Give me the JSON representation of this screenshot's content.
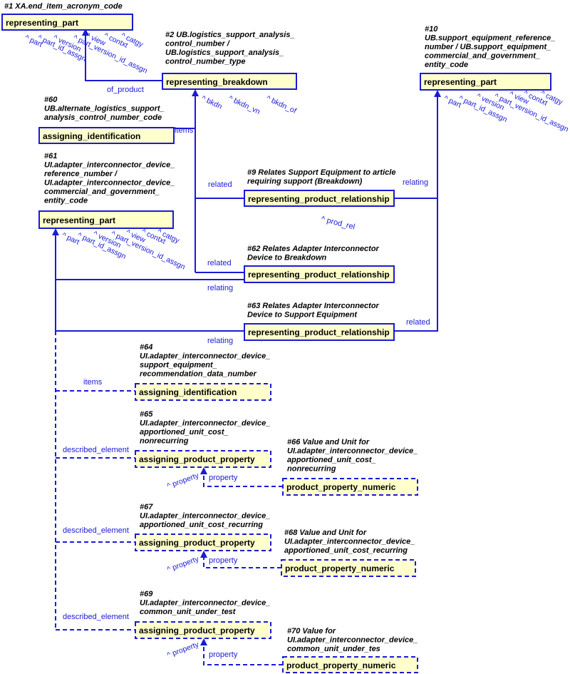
{
  "notes": {
    "n1": [
      "#1 XA.end_item_acronym_code"
    ],
    "n2": [
      "#2 UB.logistics_support_analysis_",
      "control_number /",
      "UB.logistics_support_analysis_",
      "control_number_type"
    ],
    "n10": [
      "#10",
      "UB.support_equipment_reference_",
      "number / UB.support_equipment_",
      "commercial_and_government_",
      "entity_code"
    ],
    "n60": [
      "#60",
      "UB.alternate_logistics_support_",
      "analysis_control_number_code"
    ],
    "n61": [
      "#61",
      "UI.adapter_interconnector_device_",
      "reference_number /",
      "UI.adapter_interconnector_device_",
      "commercial_and_government_",
      "entity_code"
    ],
    "n9": [
      "#9 Relates Support Equipment to article",
      "requiring support (Breakdown)"
    ],
    "n62": [
      "#62 Relates Adapter Interconnector",
      "Device to Breakdown"
    ],
    "n63": [
      "#63 Relates Adapter Interconnector",
      "Device to Support Equipment"
    ],
    "n64": [
      "#64",
      "UI.adapter_interconnector_device_",
      "support_equipment_",
      "recommendation_data_number"
    ],
    "n65": [
      "#65",
      "UI.adapter_interconnector_device_",
      "apportioned_unit_cost_",
      "nonrecurring"
    ],
    "n66": [
      "#66 Value and Unit for",
      "UI.adapter_interconnector_device_",
      "apportioned_unit_cost_",
      "nonrecurring"
    ],
    "n67": [
      "#67",
      "UI.adapter_interconnector_device_",
      "apportioned_unit_cost_recurring"
    ],
    "n68": [
      "#68 Value and Unit for",
      "UI.adapter_interconnector_device_",
      "apportioned_unit_cost_recurring"
    ],
    "n69": [
      "#69",
      "UI.adapter_interconnector_device_",
      "common_unit_under_test"
    ],
    "n70": [
      "#70 Value for",
      "UI.adapter_interconnector_device_",
      "common_unit_under_tes"
    ]
  },
  "boxes": {
    "rp1": "representing_part",
    "rb": "representing_breakdown",
    "rp10": "representing_part",
    "ai60": "assigning_identification",
    "rp61": "representing_part",
    "rpr9": "representing_product_relationship",
    "rpr62": "representing_product_relationship",
    "rpr63": "representing_product_relationship",
    "ai64": "assigning_identification",
    "app65": "assigning_product_property",
    "ppn66": "product_property_numeric",
    "app67": "assigning_product_property",
    "ppn68": "product_property_numeric",
    "app69": "assigning_product_property",
    "ppn70": "product_property_numeric"
  },
  "roles": {
    "of_product": "of_product",
    "items": "items",
    "related": "related",
    "relating": "relating",
    "described_element": "described_element",
    "property": "property"
  },
  "attrs": {
    "part": "^ part",
    "part_id_assgn": "^ part_id_assgn",
    "version": "^ version",
    "part_version_id_assgn": "^ part_version_id_assgn",
    "view": "^ view",
    "contxt": "^ contxt",
    "catgy": "^ catgy",
    "bkdn": "^ bkdn",
    "bkdn_vn": "^ bkdn_vn",
    "bkdn_of": "^ bkdn_of",
    "prod_rel": "^ prod_rel",
    "property": "^ property"
  }
}
